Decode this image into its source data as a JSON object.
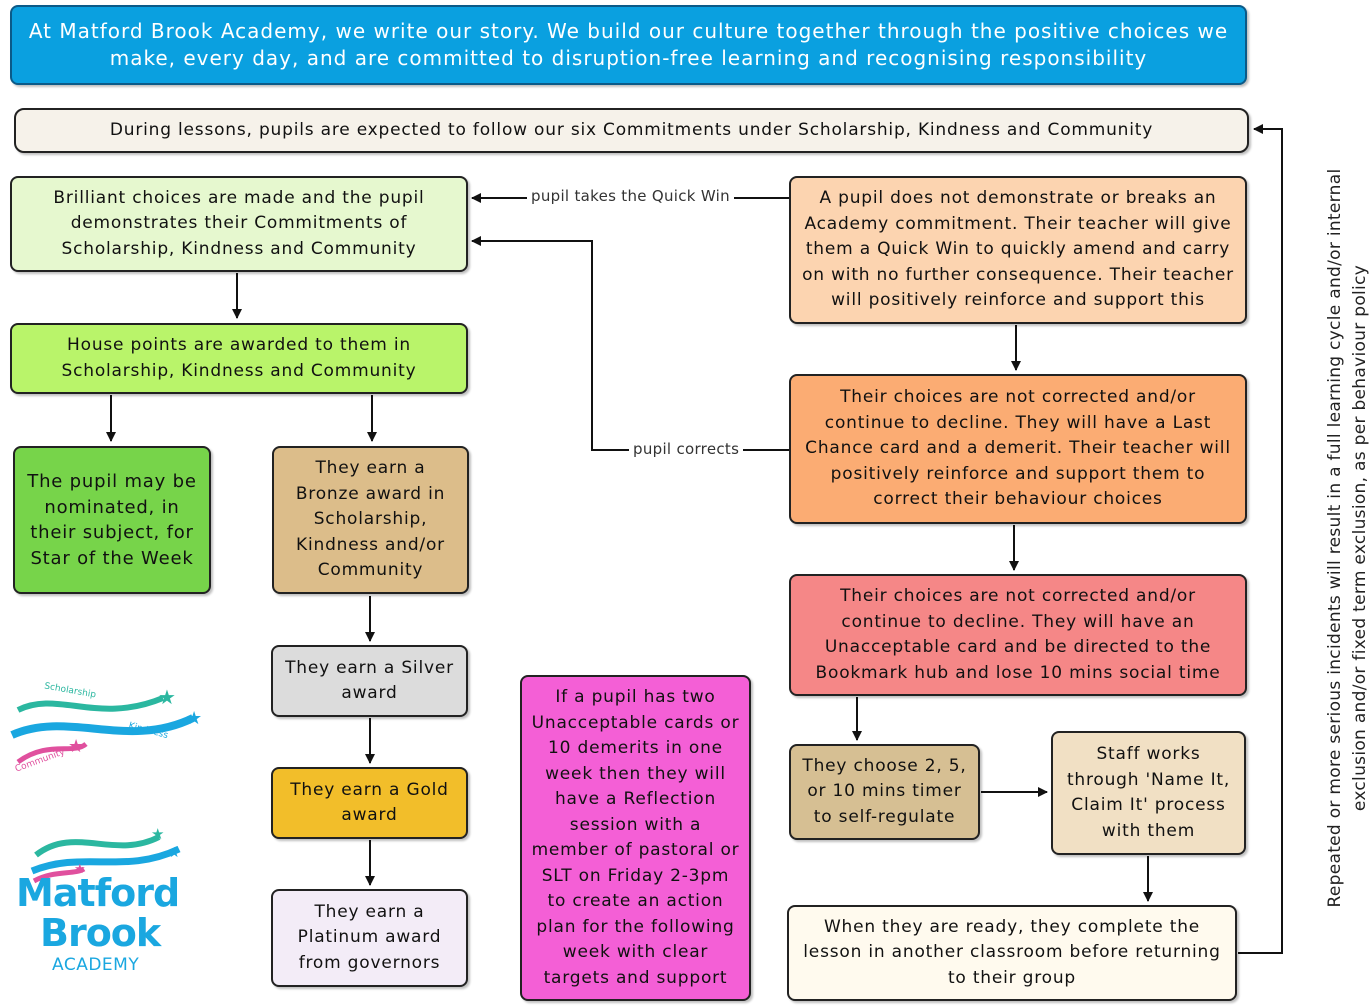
{
  "header": "At Matford Brook Academy, we write our story. We build our culture together through the positive choices we make, every day, and are committed to disruption-free learning and recognising responsibility",
  "intro": "During lessons, pupils are expected to follow our six Commitments under Scholarship, Kindness and Community",
  "left": {
    "brilliant": "Brilliant choices are made and the pupil demonstrates their Commitments of Scholarship, Kindness and Community",
    "house_points": "House points are awarded to them in Scholarship, Kindness and Community",
    "star": "The pupil may be nominated, in their subject, for Star of the Week",
    "bronze": "They earn a Bronze award in Scholarship, Kindness and/or Community",
    "silver": "They earn a Silver award",
    "gold": "They earn a Gold award",
    "platinum": "They earn a Platinum award from  governors"
  },
  "middle": {
    "reflection": "If a pupil has two Unacceptable cards or 10 demerits in one week then they will have a Reflection session with a member of pastoral or SLT on Friday 2-3pm to create an action plan for the following week with clear targets and support"
  },
  "right": {
    "quick_win": "A pupil does not demonstrate or breaks an Academy commitment. Their teacher will give them a Quick Win to quickly amend and carry on with no further consequence. Their teacher will positively reinforce and support this",
    "last_chance": "Their choices are not corrected and/or continue to decline. They will have a Last Chance card and a demerit. Their teacher will positively reinforce and support them to correct their behaviour choices",
    "unacceptable": "Their choices are not corrected and/or continue to decline. They will have an Unacceptable card and be directed to the Bookmark hub and lose 10 mins social time",
    "timer": "They choose 2, 5, or 10 mins timer to self-regulate",
    "name_it": "Staff works through 'Name It, Claim It' process with them",
    "ready": "When they are ready, they complete the lesson in another classroom before returning to their group"
  },
  "edges": {
    "quick_win": "pupil takes the Quick Win",
    "corrects": "pupil corrects"
  },
  "side_note": "Repeated or more serious incidents  will result in a full learning cycle and/or internal exclusion and/or fixed term exclusion, as per behaviour policy",
  "logos": {
    "small": {
      "scholarship": "Scholarship",
      "kindness": "Kindness",
      "community": "Community"
    },
    "main": {
      "line1": "Matford",
      "line2": "Brook",
      "line3": "ACADEMY"
    }
  },
  "colors": {
    "header": "#0aa0e0",
    "brilliant": "#e6f8cf",
    "house": "#b9f46a",
    "star": "#77d44a",
    "bronze": "#dcbd8a",
    "silver": "#dcdcdc",
    "gold": "#f2be2a",
    "platinum": "#f3ecf7",
    "reflection": "#f45fd6",
    "quick_win": "#fcd4b0",
    "last_chance": "#fbac73",
    "unacceptable": "#f58787",
    "timer": "#d6bf93",
    "name_it": "#f1e0c4",
    "ready": "#fffaee"
  }
}
